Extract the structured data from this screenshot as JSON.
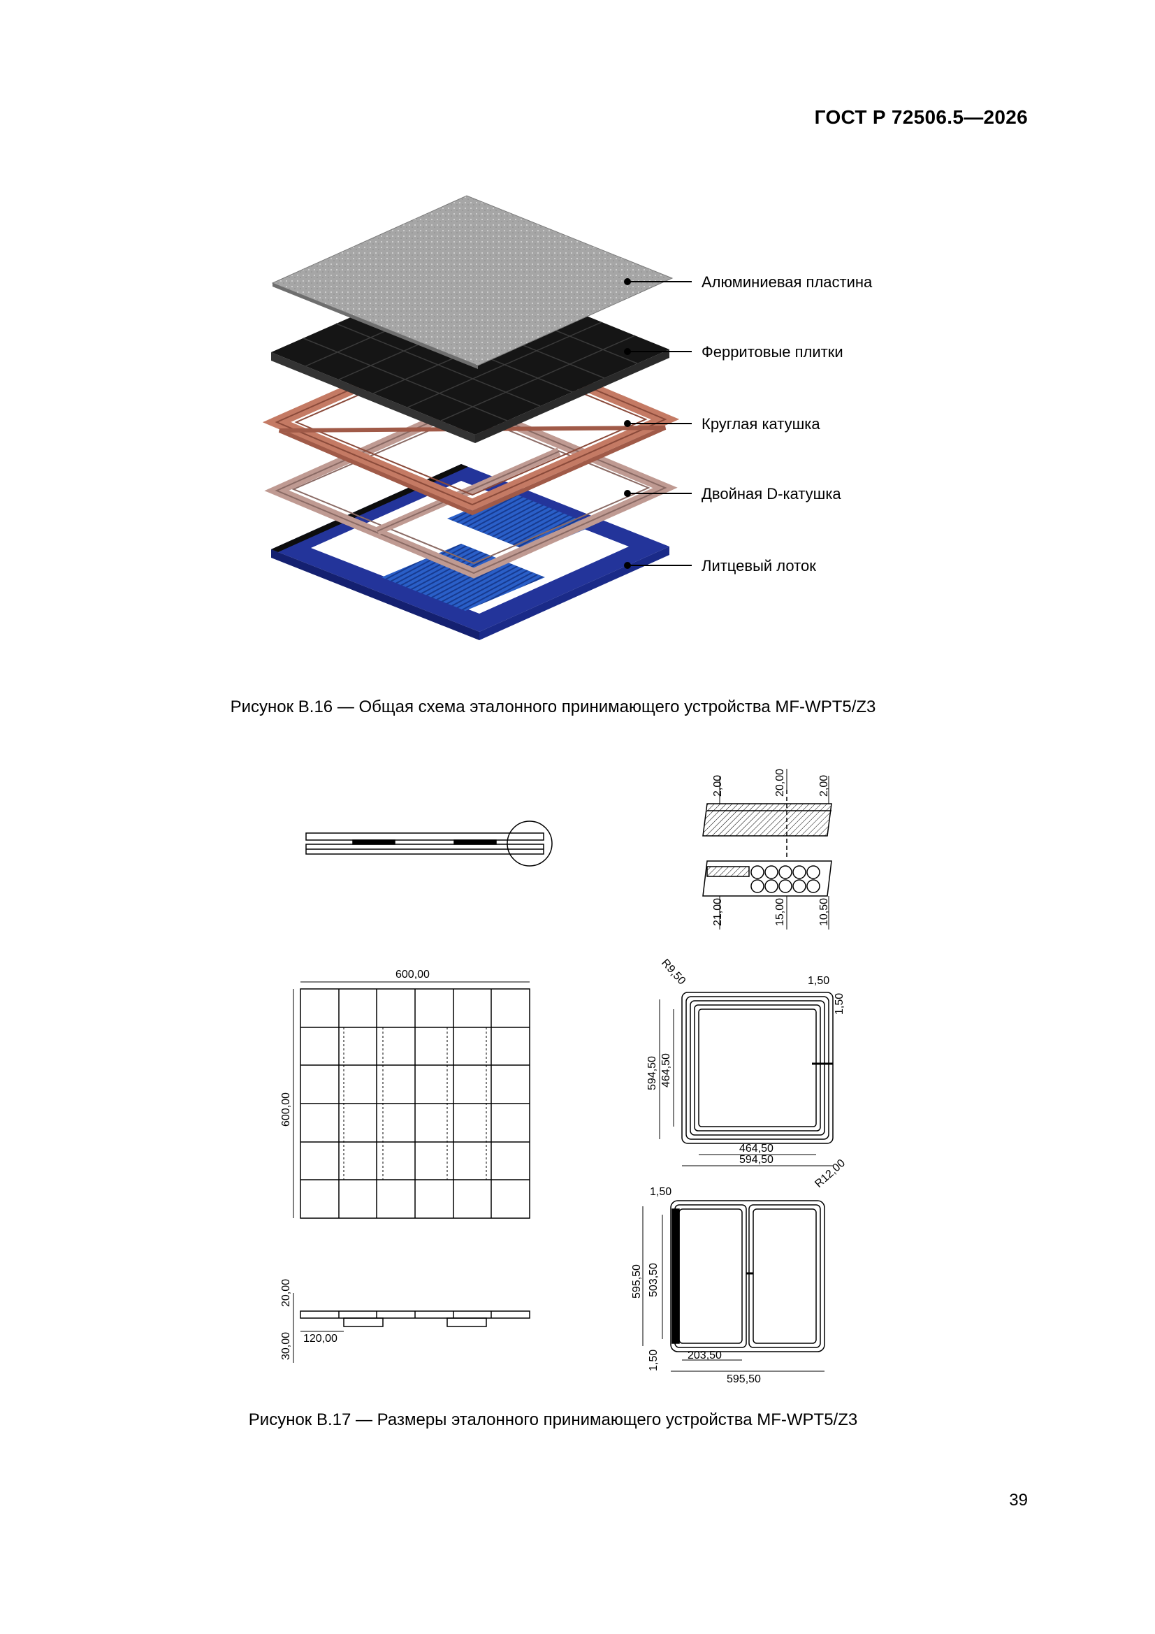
{
  "header": {
    "standard": "ГОСТ Р 72506.5—2026"
  },
  "figure16": {
    "labels": [
      "Алюминиевая пластина",
      "Ферритовые плитки",
      "Круглая катушка",
      "Двойная D-катушка",
      "Литцевый лоток"
    ],
    "caption": "Рисунок В.16 — Общая схема эталонного принимающего устройства MF-WPT5/Z3"
  },
  "figure17": {
    "dims": {
      "d_2_00_a": "2,00",
      "d_20_00_top": "20,00",
      "d_2_00_b": "2,00",
      "d_21_00": "21,00",
      "d_15_00": "15,00",
      "d_10_50": "10,50",
      "d_600_w": "600,00",
      "d_600_h": "600,00",
      "d_20_00_side": "20,00",
      "d_30_00": "30,00",
      "d_120_00": "120,00",
      "r_9_50": "R9,50",
      "d_1_50_a": "1,50",
      "d_1_50_b": "1,50",
      "d_594_50_v": "594,50",
      "d_464_50_v": "464,50",
      "d_464_50_h": "464,50",
      "d_594_50_h": "594,50",
      "r_12_00": "R12,00",
      "d_1_50_c": "1,50",
      "d_595_50_v": "595,50",
      "d_503_50": "503,50",
      "d_1_50_d": "1,50",
      "d_203_50": "203,50",
      "d_595_50_h": "595,50"
    },
    "caption": "Рисунок В.17 — Размеры эталонного принимающего устройства MF-WPT5/Z3"
  },
  "page_number": "39",
  "colors": {
    "aluminium": "#a9a9a9",
    "ferrite": "#1a1a1a",
    "copper": "#c47a64",
    "dcoil": "#bf9a92",
    "tray": "#2a3fa8"
  }
}
